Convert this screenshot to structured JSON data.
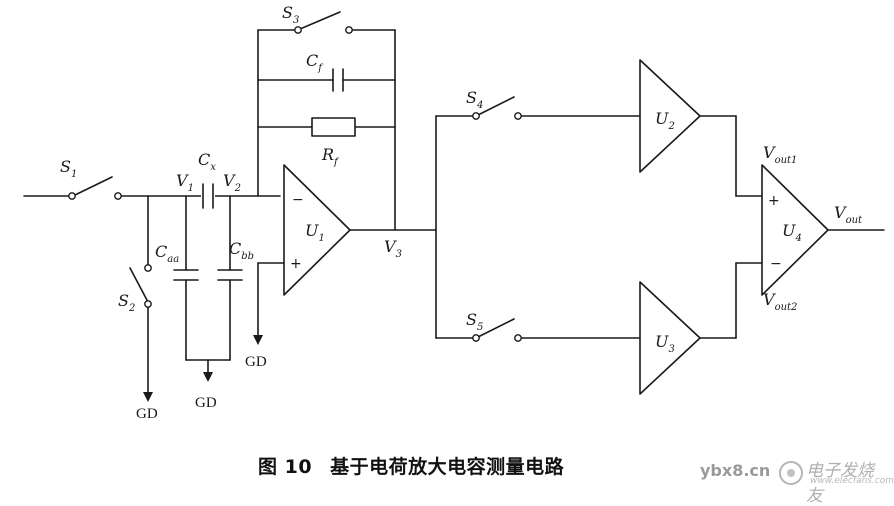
{
  "switches": [
    {
      "main": "S",
      "sub": "1"
    },
    {
      "main": "S",
      "sub": "2"
    },
    {
      "main": "S",
      "sub": "3"
    },
    {
      "main": "S",
      "sub": "4"
    },
    {
      "main": "S",
      "sub": "5"
    }
  ],
  "components": {
    "cx": {
      "main": "C",
      "sub": "x"
    },
    "cf": {
      "main": "C",
      "sub": "f"
    },
    "rf": {
      "main": "R",
      "sub": "f"
    },
    "caa": {
      "main": "C",
      "sub": "aa"
    },
    "cbb": {
      "main": "C",
      "sub": "bb"
    }
  },
  "nodes": {
    "v1": {
      "main": "V",
      "sub": "1"
    },
    "v2": {
      "main": "V",
      "sub": "2"
    },
    "v3": {
      "main": "V",
      "sub": "3"
    },
    "vout1": {
      "main": "V",
      "sub": "out1"
    },
    "vout2": {
      "main": "V",
      "sub": "out2"
    },
    "vout": {
      "main": "V",
      "sub": "out"
    }
  },
  "amplifiers": [
    {
      "main": "U",
      "sub": "1"
    },
    {
      "main": "U",
      "sub": "2"
    },
    {
      "main": "U",
      "sub": "3"
    },
    {
      "main": "U",
      "sub": "4"
    }
  ],
  "input_signs": {
    "minus": "−",
    "plus": "+"
  },
  "ground_label": "GD",
  "caption": {
    "figure_number": "图 10",
    "title": "基于电荷放大电容测量电路"
  },
  "watermark": {
    "site": "ybx8.cn",
    "brand": "电子发烧友",
    "brand_url": "www.elecfans.com"
  }
}
